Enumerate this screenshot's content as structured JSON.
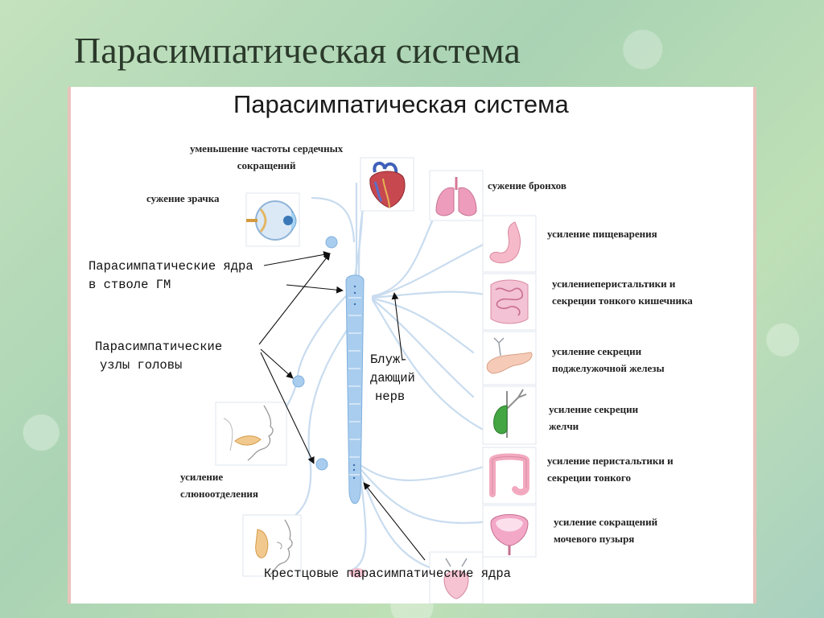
{
  "slide": {
    "title": "Парасимпатическая система"
  },
  "panel": {
    "title": "Парасимпатическая система"
  },
  "labels": {
    "heart_line1": "уменьшение частоты сердечных",
    "heart_line2": "сокращений",
    "pupil": "сужение зрачка",
    "bronchi": "сужение бронхов",
    "digestion": "усиление пищеварения",
    "intestine_line1": "усилениеперистальтики и",
    "intestine_line2": "секреции тонкого кишечника",
    "pancreas_line1": "усиление секреции",
    "pancreas_line2": "поджелужочной железы",
    "bile_line1": "усиление секреции",
    "bile_line2": "желчи",
    "colon_line1": "усиление перистальтики и",
    "colon_line2": "секреции тонкого",
    "bladder_line1": "усиление сокращений",
    "bladder_line2": "мочевого пузыря",
    "saliva_line1": "усиление",
    "saliva_line2": "слюноотделения",
    "nuclei_line1": "Парасимпатические ядра",
    "nuclei_line2": "в стволе ГМ",
    "ganglia_line1": "Парасимпатические",
    "ganglia_line2": "узлы головы",
    "vagus_line1": "Блуж-",
    "vagus_line2": "дающий",
    "vagus_line3": "нерв",
    "sacral": "Крестцовые парасимпатические ядра"
  },
  "colors": {
    "nerve": "#c9dcef",
    "cord": "#a9cdee",
    "heart": "#c8484f",
    "lungs": "#ee9cbc",
    "stomach": "#f6b9c9",
    "bile": "#43a642"
  }
}
